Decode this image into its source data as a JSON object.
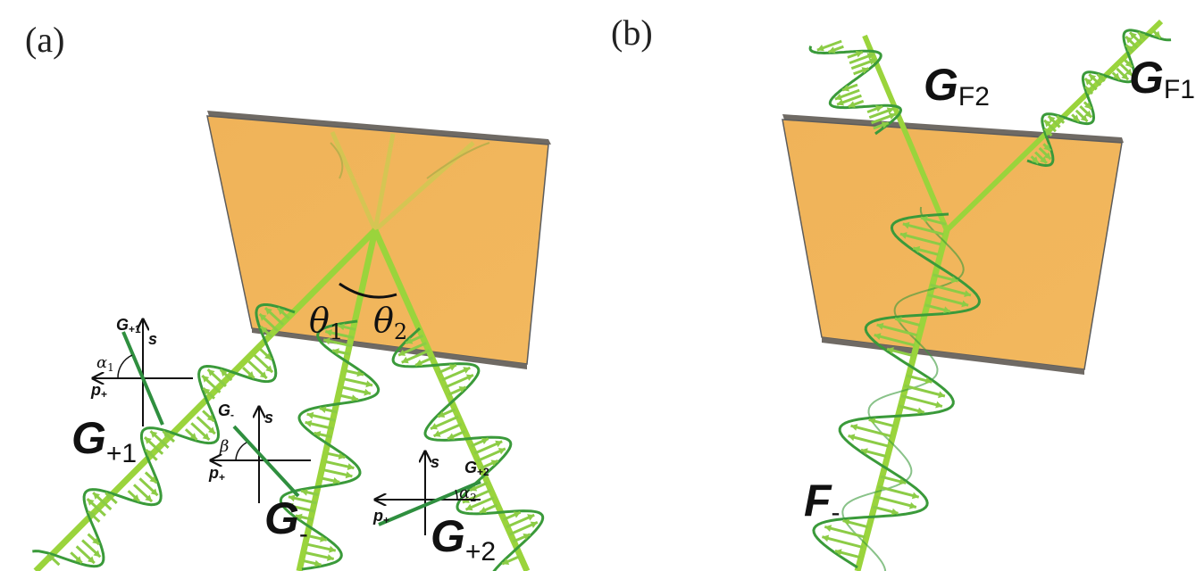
{
  "panels": {
    "a": {
      "label": "(a)",
      "theta1": {
        "symbol": "θ",
        "sub": "1"
      },
      "theta2": {
        "symbol": "θ",
        "sub": "2"
      },
      "beam_labels": {
        "g_plus1": {
          "main": "G",
          "sub": "+1"
        },
        "g_minus": {
          "main": "G",
          "sub": "-"
        },
        "g_plus2": {
          "main": "G",
          "sub": "+2"
        }
      },
      "insets": {
        "inset1": {
          "vec": "G",
          "vec_sub": "+1",
          "s": "s",
          "p": "p",
          "p_sub": "+",
          "angle": "α",
          "angle_sub": "1"
        },
        "inset2": {
          "vec": "G",
          "vec_sub": "-",
          "s": "s",
          "p": "p",
          "p_sub": "+",
          "angle": "β",
          "angle_sub": ""
        },
        "inset3": {
          "vec": "G",
          "vec_sub": "+2",
          "s": "s",
          "p": "p",
          "p_sub": "+",
          "angle": "α",
          "angle_sub": "2"
        }
      }
    },
    "b": {
      "label": "(b)",
      "beam_labels": {
        "gf2": {
          "main": "G",
          "sub": "F2"
        },
        "gf1": {
          "main": "G",
          "sub": "F1"
        },
        "f_minus": {
          "main": "F",
          "sub": "-"
        }
      }
    }
  },
  "colors": {
    "plate_fill": "#f1b35a",
    "plate_edge": "#6f6a64",
    "beam": "#9ad43c",
    "wave_stroke": "#3a9a3a",
    "arrow_fill": "#8ccc46"
  }
}
